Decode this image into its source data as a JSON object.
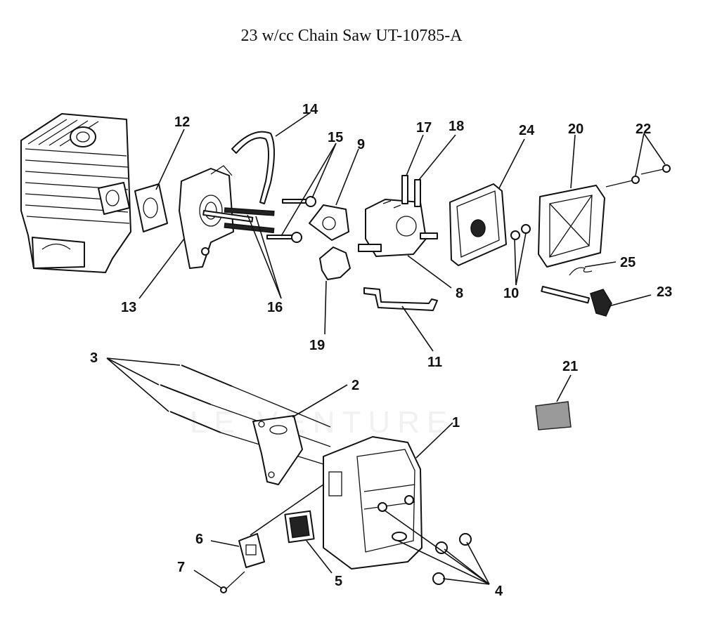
{
  "title": "23 w/cc Chain Saw UT-10785-A",
  "watermark": "LE VENTURE",
  "callouts": [
    "1",
    "2",
    "3",
    "4",
    "5",
    "6",
    "7",
    "8",
    "9",
    "10",
    "11",
    "12",
    "13",
    "14",
    "15",
    "16",
    "17",
    "18",
    "19",
    "20",
    "21",
    "22",
    "23",
    "24",
    "25"
  ]
}
